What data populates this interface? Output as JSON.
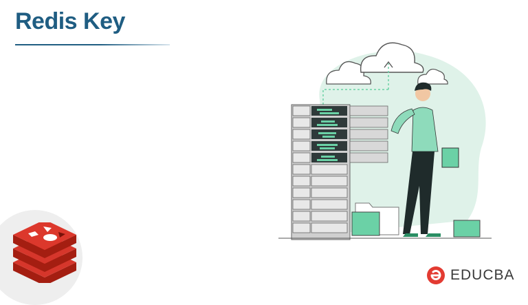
{
  "header": {
    "title": "Redis Key"
  },
  "brand": {
    "name": "EDUCBA",
    "logo": "educba-logo-icon",
    "accent_color": "#e33b32"
  },
  "illustration": {
    "subject": "server-rack-cloud-upload-illustration",
    "accent_color": "#6bd1a6",
    "blob_color": "#dff2e9"
  },
  "logo": {
    "icon": "redis-logo-icon",
    "color": "#d6362b"
  }
}
